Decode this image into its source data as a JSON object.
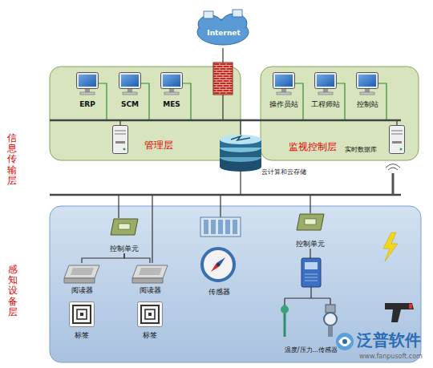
{
  "diagram": {
    "nodes": [
      {
        "text": [
          "Internet"
        ]
      },
      {
        "text": [
          "管理层"
        ]
      },
      {
        "text": [
          "ERP"
        ],
        "in": 1
      },
      {
        "text": [
          "SCM"
        ],
        "in": 1
      },
      {
        "text": [
          "MES"
        ],
        "in": 1
      },
      {
        "text": [
          "监视控制层"
        ]
      },
      {
        "text": [
          "操作员站"
        ],
        "in": 5
      },
      {
        "text": [
          "工程师站"
        ],
        "in": 5
      },
      {
        "text": [
          "控制站"
        ],
        "in": 5
      },
      {
        "text": [
          "实时数据库"
        ],
        "in": 5
      },
      {
        "text": [
          "云计算和云存储"
        ]
      },
      {
        "text": [
          "感知设备层"
        ]
      },
      {
        "text": [
          "控制单元"
        ],
        "in": 11
      },
      {
        "text": [
          "阅读器"
        ],
        "in": 11
      },
      {
        "text": [
          "阅读器"
        ],
        "in": 11
      },
      {
        "text": [
          "标签"
        ],
        "in": 11
      },
      {
        "text": [
          "标签"
        ],
        "in": 11
      },
      {
        "text": [
          "传感器"
        ],
        "in": 11
      },
      {
        "text": [
          "控制单元"
        ],
        "in": 11
      },
      {
        "text": [
          "温度/压力...传感器"
        ],
        "in": 11
      }
    ],
    "edges": [
      {
        "from": 12,
        "to": 13,
        "arrow": "none"
      },
      {
        "from": 12,
        "to": 14,
        "arrow": "none"
      },
      {
        "from": 18,
        "to": 19,
        "arrow": "none"
      }
    ],
    "labels": [
      "信息传输层",
      "泛普软件",
      "www.fanpusoft.com"
    ]
  }
}
